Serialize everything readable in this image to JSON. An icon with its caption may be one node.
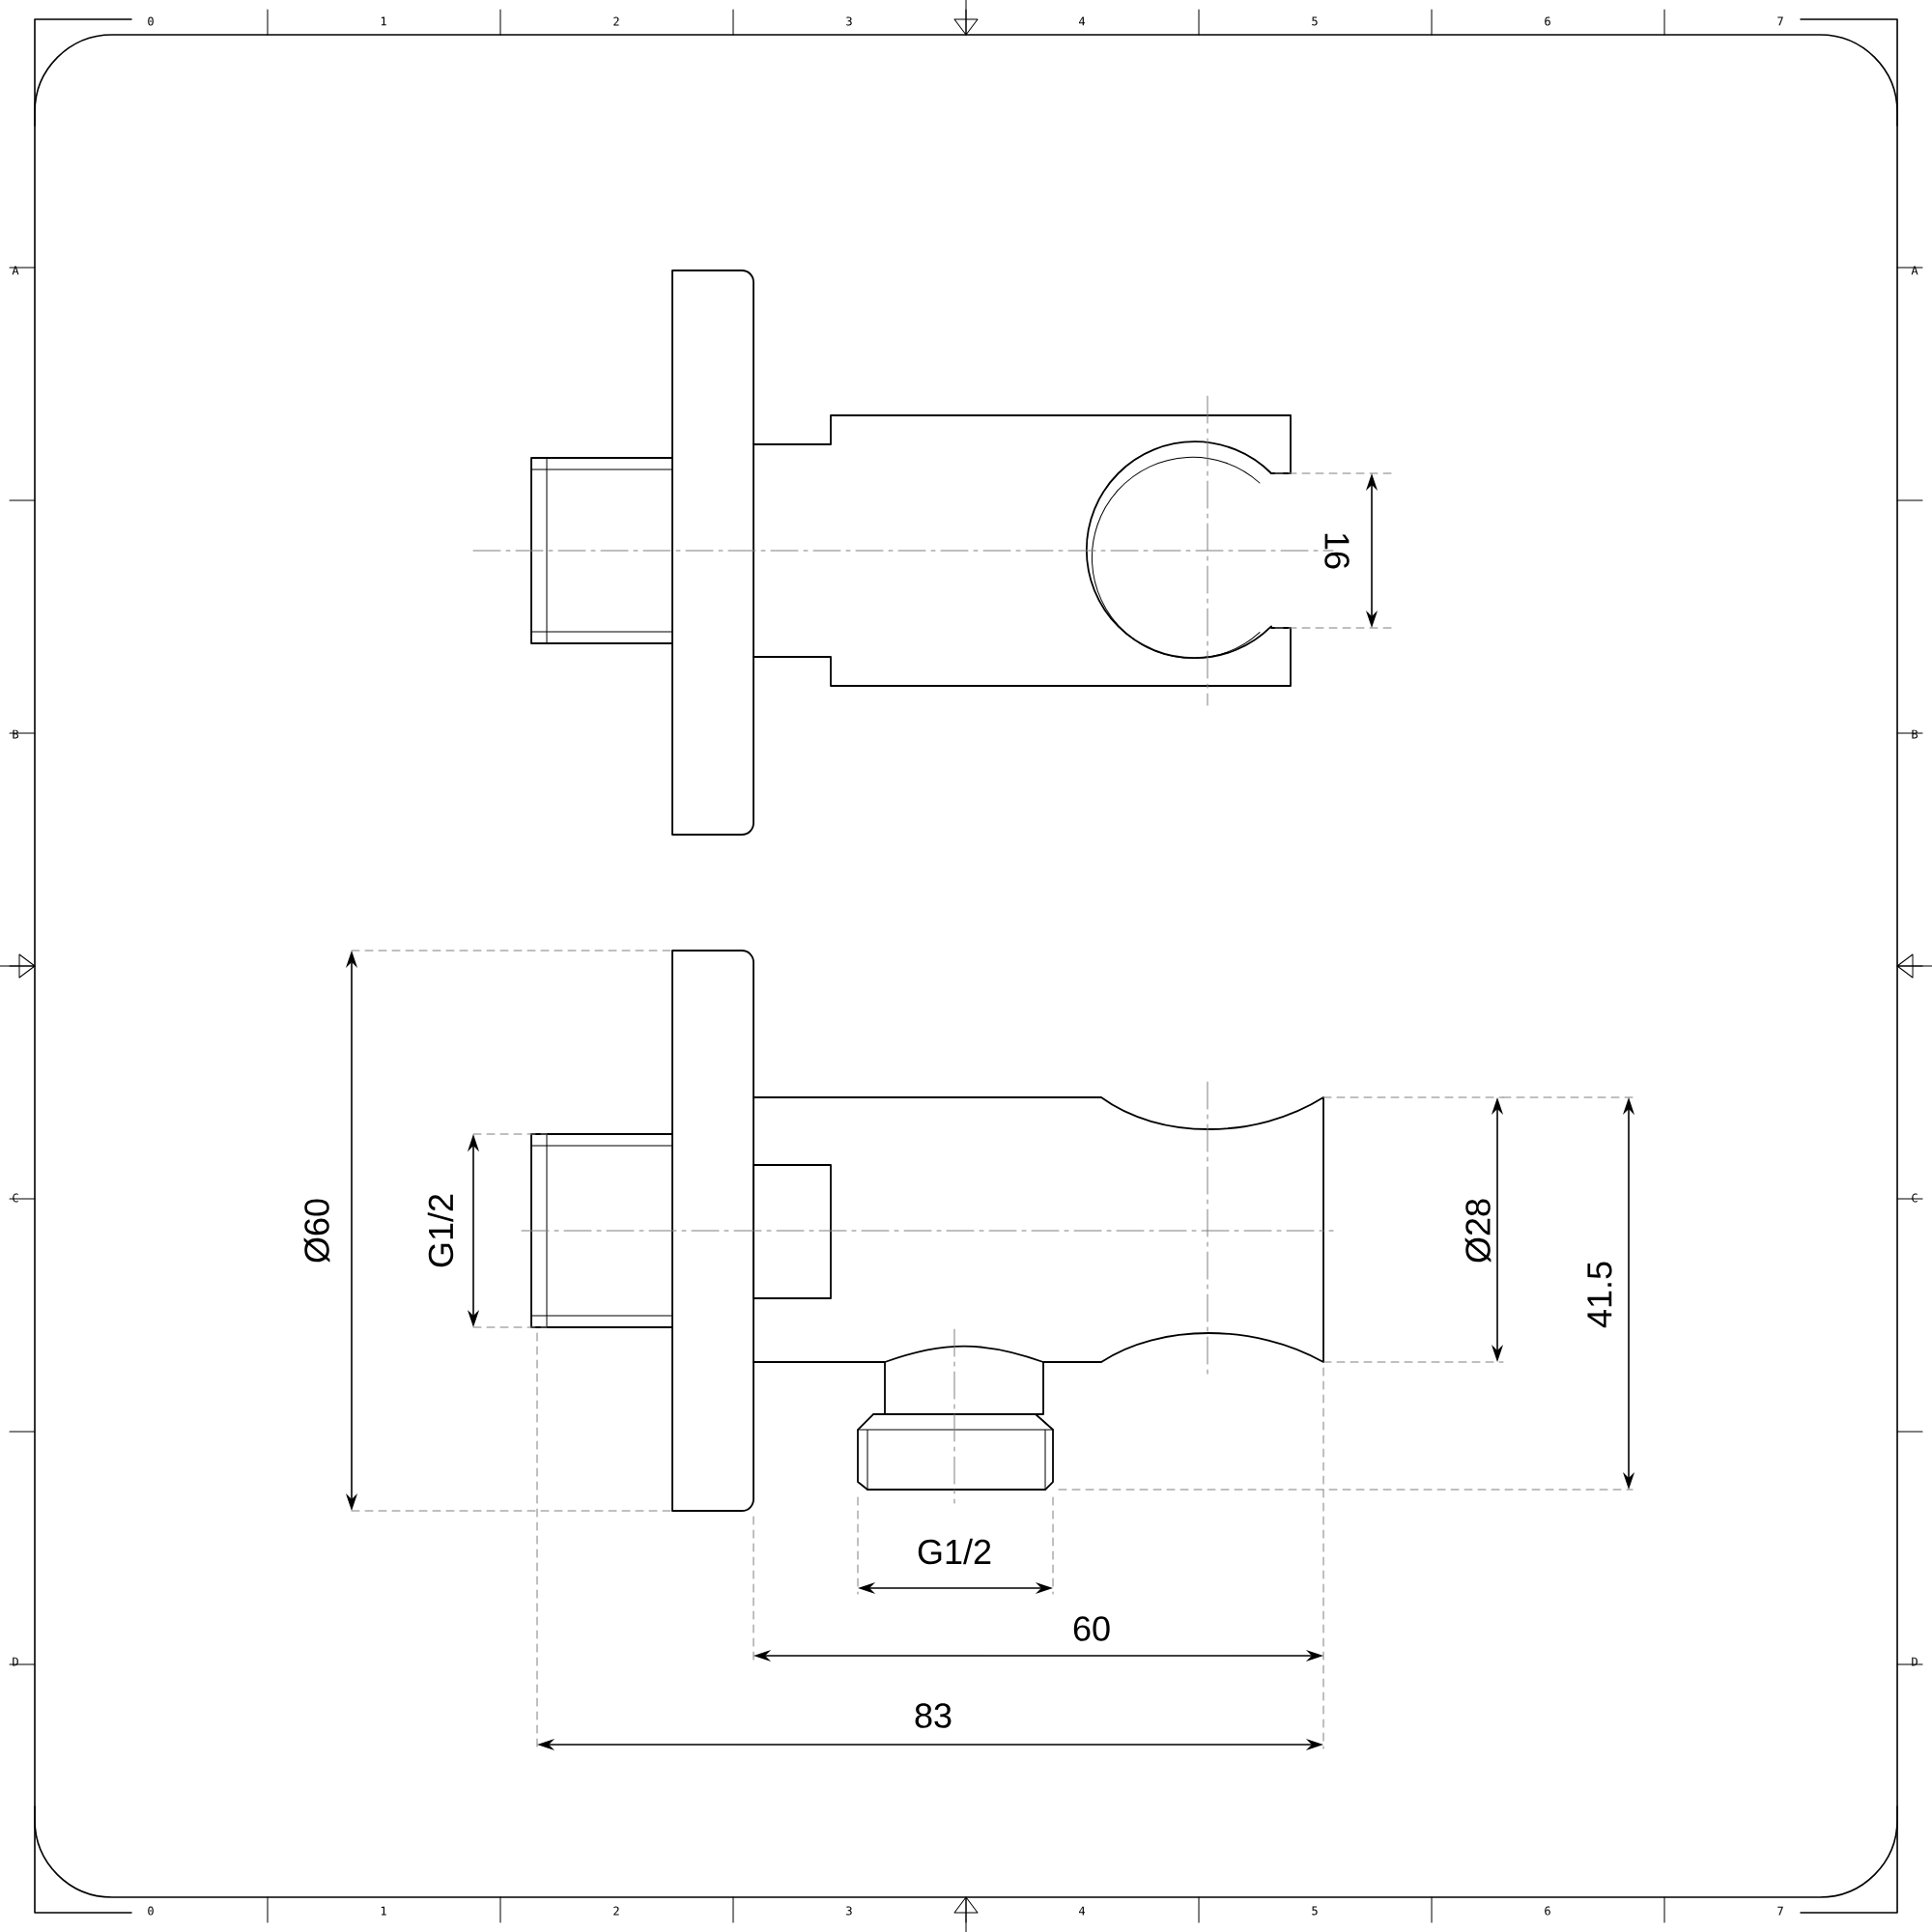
{
  "diagram": {
    "labels": [
      "0",
      "1",
      "2",
      "3",
      "4",
      "5",
      "6",
      "7",
      "A",
      "A",
      "B",
      "B",
      "C",
      "C",
      "D",
      "D",
      "16",
      "Ø60",
      "G1/2",
      "Ø28",
      "41.5",
      "G1/2",
      "60",
      "83",
      "0",
      "1",
      "2",
      "3",
      "4",
      "5",
      "6",
      "7"
    ]
  }
}
